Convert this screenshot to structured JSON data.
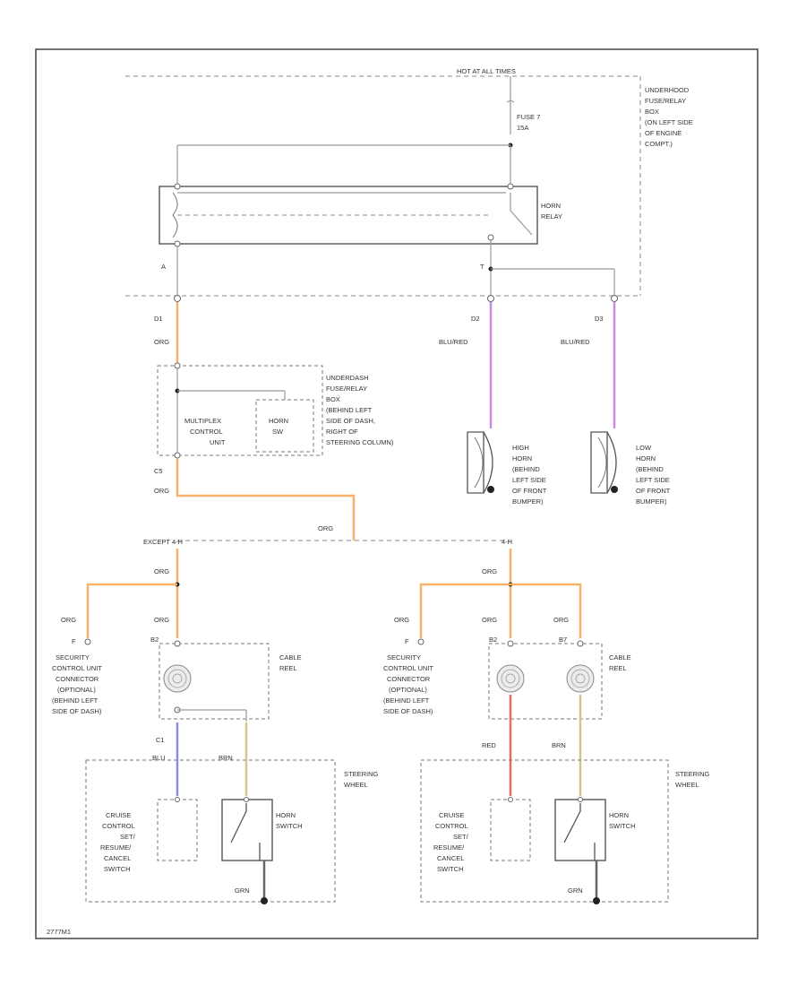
{
  "colors": {
    "orange": "#f7b26a",
    "violet": "#c98be0",
    "blue": "#8a8cf0",
    "tan": "#cfc98a",
    "red": "#f06a6a",
    "gray_wire": "#9a9a9a"
  },
  "top": {
    "hot_label": "HOT AT ALL TIMES",
    "fuse_label_1": "FUSE 7",
    "fuse_label_2": "15A",
    "underhood_box": [
      "UNDERHOOD",
      "FUSE/RELAY",
      "BOX",
      "(ON LEFT SIDE",
      "OF ENGINE",
      "COMPT.)"
    ],
    "horn_relay": [
      "HORN",
      "RELAY"
    ],
    "relay_pin_a": "A",
    "relay_pin_t": "T"
  },
  "connectors": {
    "d1": "D1",
    "d2": "D2",
    "d3": "D3",
    "c5": "C5",
    "c1": "C1"
  },
  "wires": {
    "org": "ORG",
    "blu_red": "BLU/RED",
    "blu": "BLU",
    "brn": "BRN",
    "red": "RED",
    "grn": "GRN",
    "red_black": "RED"
  },
  "underdash": {
    "box": [
      "UNDERDASH",
      "FUSE/RELAY",
      "BOX",
      "(BEHIND LEFT",
      "SIDE OF DASH,",
      "RIGHT OF",
      "STEERING COLUMN)"
    ],
    "multiplex": [
      "MULTIPLEX",
      "CONTROL",
      "UNIT"
    ],
    "horn_sw": [
      "HORN",
      "SW"
    ]
  },
  "horns": {
    "high": [
      "HIGH",
      "HORN",
      "(BEHIND",
      "LEFT SIDE",
      "OF FRONT",
      "BUMPER)"
    ],
    "low": [
      "LOW",
      "HORN",
      "(BEHIND",
      "LEFT SIDE",
      "OF FRONT",
      "BUMPER)"
    ]
  },
  "split": {
    "left": "EXCEPT 4-H",
    "right": "4-H"
  },
  "lower_left": {
    "security": [
      "SECURITY",
      "CONTROL UNIT",
      "CONNECTOR",
      "(OPTIONAL)",
      "(BEHIND LEFT",
      "SIDE OF DASH)"
    ],
    "pin_letter": "F",
    "cable_reel": [
      "CABLE",
      "REEL"
    ],
    "b2": "B2",
    "cruise": [
      "CRUISE",
      "CONTROL",
      "SET/",
      "RESUME/",
      "CANCEL",
      "SWITCH"
    ],
    "horn_switch": [
      "HORN",
      "SWITCH"
    ],
    "steering": [
      "STEERING",
      "WHEEL"
    ]
  },
  "lower_right": {
    "security": [
      "SECURITY",
      "CONTROL UNIT",
      "CONNECTOR",
      "(OPTIONAL)",
      "(BEHIND LEFT",
      "SIDE OF DASH)"
    ],
    "pin_letter": "F",
    "cable_reel": [
      "CABLE",
      "REEL"
    ],
    "b2": "B2",
    "b7": "B7",
    "cruise": [
      "CRUISE",
      "CONTROL",
      "SET/",
      "RESUME/",
      "CANCEL",
      "SWITCH"
    ],
    "horn_switch": [
      "HORN",
      "SWITCH"
    ],
    "steering": [
      "STEERING",
      "WHEEL"
    ]
  },
  "footer_code": "2777M1"
}
